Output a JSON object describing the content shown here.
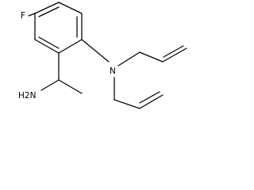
{
  "molecule": {
    "atoms": {
      "fluorine": "F",
      "nitrogen": "N",
      "amine": "H2N"
    },
    "colors": {
      "bonds": "#000000",
      "labels": "#000000",
      "background": "#ffffff"
    }
  }
}
